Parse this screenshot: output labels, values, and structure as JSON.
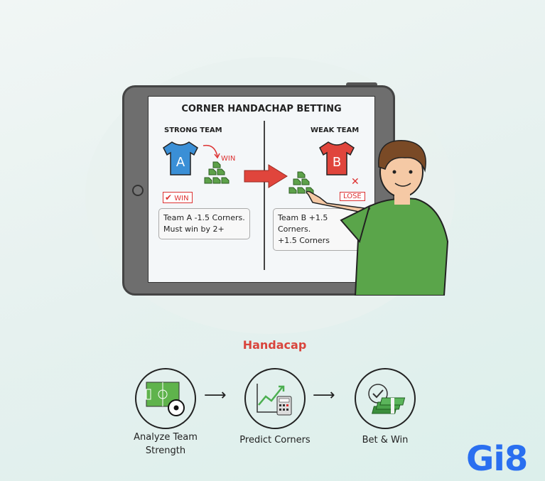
{
  "tablet": {
    "title": "CORNER HANDACHAP BETTING",
    "strong": {
      "heading": "STRONG TEAM",
      "shirt_letter": "A",
      "shirt_color": "#3a8fd6",
      "win_arrow_label": "WIN",
      "result": "WIN",
      "note_line1": "Team A -1.5 Corners.",
      "note_line2": "Must win by 2+"
    },
    "weak": {
      "heading": "WEAK TEAM",
      "shirt_letter": "B",
      "shirt_color": "#e0453c",
      "result": "LOSE",
      "note_line1": "Team B +1.5 Corners.",
      "note_line2": "+1.5 Corners"
    }
  },
  "process": {
    "title": "Handacap",
    "title_color": "#d9443c",
    "steps": [
      {
        "icon": "soccer-field-icon",
        "label_line1": "Analyze Team",
        "label_line2": "Strength"
      },
      {
        "icon": "chart-calculator-icon",
        "label_line1": "Predict Corners"
      },
      {
        "icon": "check-money-icon",
        "label_line1": "Bet & Win"
      }
    ]
  },
  "logo": {
    "text": "Gi8",
    "color": "#2a6ff0"
  }
}
